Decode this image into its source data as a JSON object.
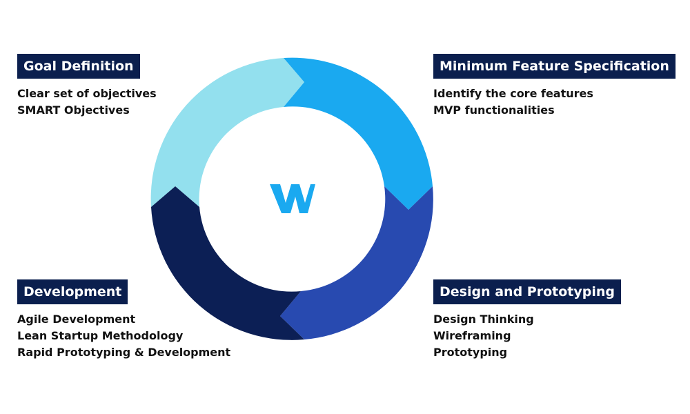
{
  "colors": {
    "segment_top_left": "#93e0ee",
    "segment_top_right": "#1aa9f0",
    "segment_bottom_right": "#284ab0",
    "segment_bottom_left": "#0c1f55",
    "title_background": "#0b1f4e",
    "logo": "#1aa9f0"
  },
  "center_logo": {
    "icon": "w-logo-icon"
  },
  "stages": [
    {
      "title": "Goal Definition",
      "items": [
        "Clear set of objectives",
        "SMART Objectives"
      ]
    },
    {
      "title": "Minimum Feature Specification",
      "items": [
        "Identify the core features",
        "MVP functionalities"
      ]
    },
    {
      "title": "Design and Prototyping",
      "items": [
        "Design Thinking",
        "Wireframing",
        "Prototyping"
      ]
    },
    {
      "title": "Development",
      "items": [
        "Agile Development",
        "Lean Startup Methodology",
        "Rapid Prototyping & Development"
      ]
    }
  ]
}
